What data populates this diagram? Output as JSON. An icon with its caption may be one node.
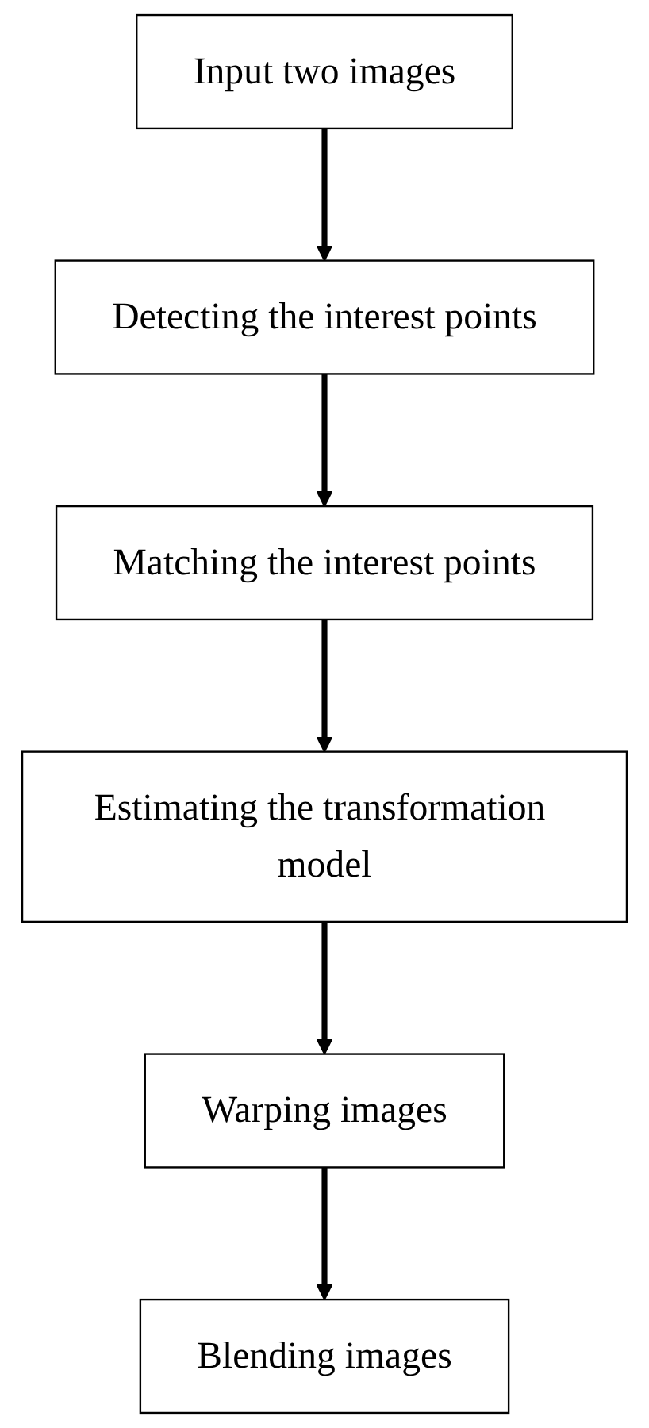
{
  "diagram": {
    "nodes": [
      {
        "text": [
          "Input two images"
        ]
      },
      {
        "text": [
          "Detecting the interest points"
        ]
      },
      {
        "text": [
          "Matching the interest points"
        ]
      },
      {
        "text": [
          "Estimating the transformation model"
        ]
      },
      {
        "text": [
          "Warping images"
        ]
      },
      {
        "text": [
          "Blending images"
        ]
      }
    ],
    "edges": [
      {
        "from": 0,
        "to": 1,
        "arrow": "to"
      },
      {
        "from": 1,
        "to": 2,
        "arrow": "to"
      },
      {
        "from": 2,
        "to": 3,
        "arrow": "to"
      },
      {
        "from": 3,
        "to": 4,
        "arrow": "to"
      },
      {
        "from": 4,
        "to": 5,
        "arrow": "to"
      }
    ]
  }
}
